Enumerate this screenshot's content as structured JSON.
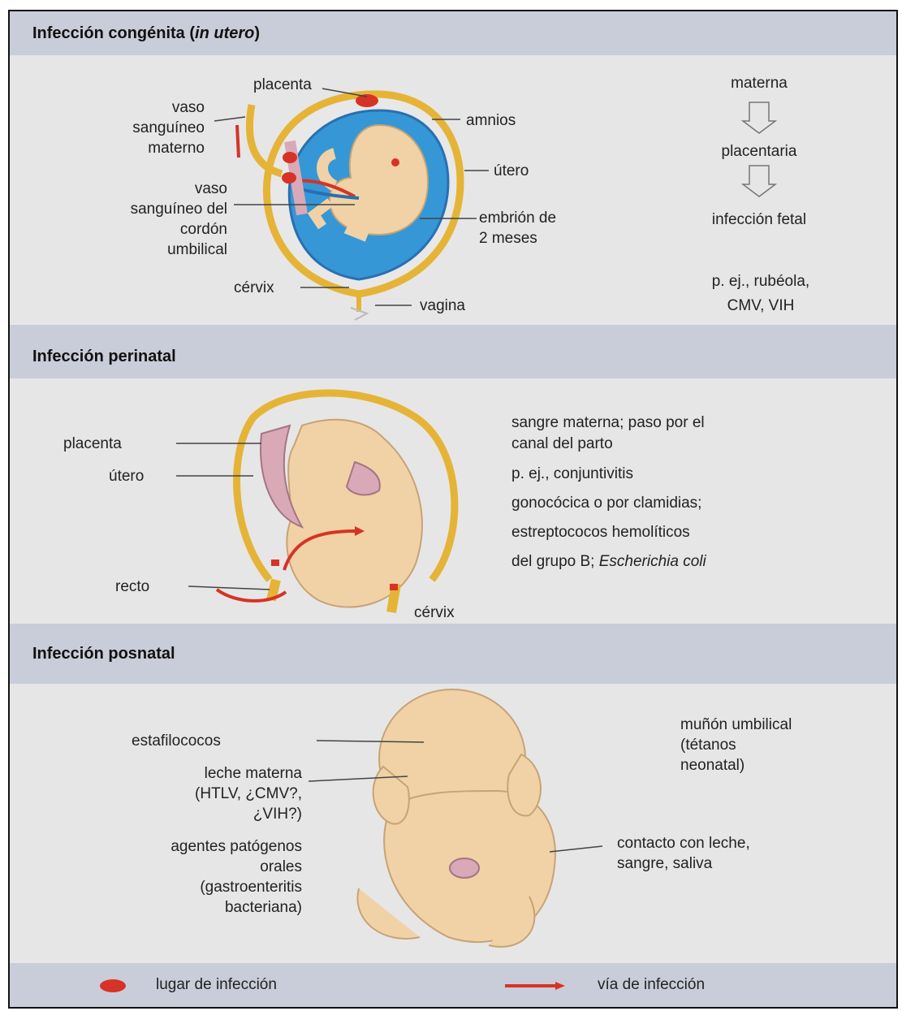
{
  "sections": {
    "congenital": {
      "title_main": "Infección congénita (",
      "title_italic": "in utero",
      "title_end": ")",
      "labels": {
        "placenta": "placenta",
        "vaso_materno": [
          "vaso",
          "sanguíneo",
          "materno"
        ],
        "amnios": "amnios",
        "utero": "útero",
        "vaso_cordon": [
          "vaso",
          "sanguíneo del",
          "cordón",
          "umbilical"
        ],
        "embrion": [
          "embrión de",
          "2 meses"
        ],
        "cervix": "cérvix",
        "vagina": "vagina"
      },
      "flow": [
        "materna",
        "placentaria",
        "infección fetal"
      ],
      "examples": [
        "p. ej., rubéola,",
        "CMV, VIH"
      ]
    },
    "perinatal": {
      "title": "Infección perinatal",
      "labels": {
        "placenta": "placenta",
        "utero": "útero",
        "recto": "recto",
        "cervix": "cérvix"
      },
      "text_lines": [
        "sangre materna; paso por el",
        "canal del parto",
        "p. ej., conjuntivitis",
        "gonocócica o por clamidias;",
        "estreptococos hemolíticos"
      ],
      "last_line_pre": "del grupo B; ",
      "last_line_italic": "Escherichia coli"
    },
    "postnatal": {
      "title": "Infección posnatal",
      "labels": {
        "estafilococos": "estafilococos",
        "leche": [
          "leche materna",
          "(HTLV, ¿CMV?,",
          "¿VIH?)"
        ],
        "agentes": [
          "agentes patógenos",
          "orales",
          "(gastroenteritis",
          "bacteriana)"
        ],
        "munon": [
          "muñón umbilical",
          "(tétanos",
          "neonatal)"
        ],
        "contacto": [
          "contacto con leche,",
          "sangre, saliva"
        ]
      }
    }
  },
  "legend": {
    "site_label": "lugar de infección",
    "route_label": "vía de infección"
  },
  "colors": {
    "band": "#c9ccd9",
    "background": "#e6e6e7",
    "skin": "#f0d2a6",
    "yellow": "#e5b437",
    "blue": "#3597d6",
    "red": "#d63326",
    "pink": "#d9a9b7"
  }
}
